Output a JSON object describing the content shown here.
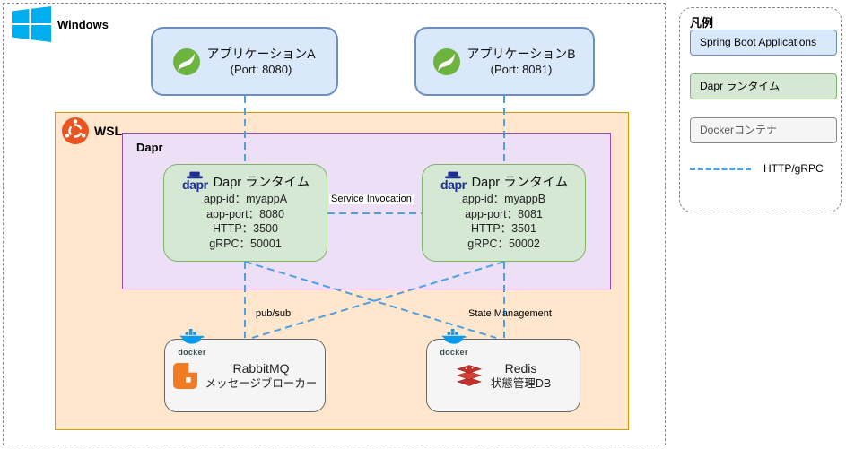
{
  "windows": {
    "label": "Windows"
  },
  "wsl": {
    "label": "WSL"
  },
  "dapr_group": {
    "label": "Dapr"
  },
  "apps": [
    {
      "title": "アプリケーションA",
      "port": "(Port: 8080)"
    },
    {
      "title": "アプリケーションB",
      "port": "(Port: 8081)"
    }
  ],
  "runtimes": [
    {
      "logo_text": "dapr",
      "title": "Dapr ランタイム",
      "lines": [
        "app-id：myappA",
        "app-port：8080",
        "HTTP：3500",
        "gRPC：50001"
      ]
    },
    {
      "logo_text": "dapr",
      "title": "Dapr ランタイム",
      "lines": [
        "app-id：myappB",
        "app-port：8081",
        "HTTP：3501",
        "gRPC：50002"
      ]
    }
  ],
  "containers": [
    {
      "docker_label": "docker",
      "name": "RabbitMQ",
      "subtitle": "メッセージブローカー"
    },
    {
      "docker_label": "docker",
      "name": "Redis",
      "subtitle": "状態管理DB"
    }
  ],
  "edges": {
    "service_invocation": "Service Invocation",
    "pubsub": "pub/sub",
    "state_management": "State Management"
  },
  "legend": {
    "title": "凡例",
    "items": [
      {
        "label": "Spring Boot Applications"
      },
      {
        "label": "Dapr ランタイム"
      },
      {
        "label": "Dockerコンテナ"
      }
    ],
    "line_label": "HTTP/gRPC"
  },
  "colors": {
    "spring_fill": "#dae8fc",
    "spring_border": "#6c8ebf",
    "dapr_runtime_fill": "#d5e8d4",
    "dapr_runtime_border": "#82b366",
    "wsl_fill": "#ffe6cc",
    "wsl_border": "#d79b00",
    "dapr_group_fill": "#ecdff6",
    "dapr_group_border": "#9e4bb5",
    "docker_container_fill": "#f5f5f5",
    "docker_container_border": "#666666",
    "edge_blue": "#4f9fe3"
  }
}
